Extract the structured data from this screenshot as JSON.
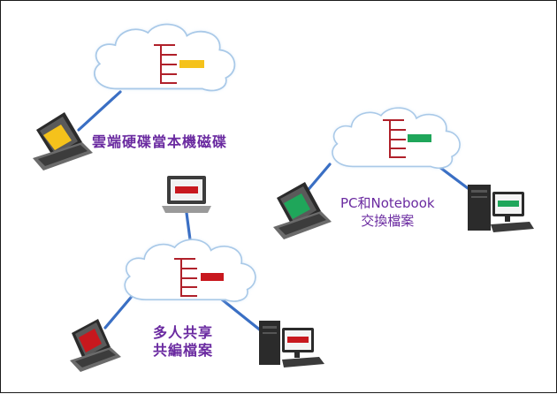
{
  "labels": {
    "cloud_disk": "雲端硬碟當本機磁碟",
    "share_line1": "多人共享",
    "share_line2": "共編檔案",
    "exchange_line1": "PC和Notebook",
    "exchange_line2": "交換檔案"
  },
  "colors": {
    "cloud_fill": "#ffffff",
    "cloud_stroke": "#a9c9e8",
    "cloud_glow": "#e8f2fb",
    "link": "#3a6fc4",
    "tree": "#b0202a",
    "caption": "#6a2aa0",
    "accent_yellow": "#f5c21b",
    "accent_green": "#1fa65a",
    "accent_red": "#c8181e"
  }
}
